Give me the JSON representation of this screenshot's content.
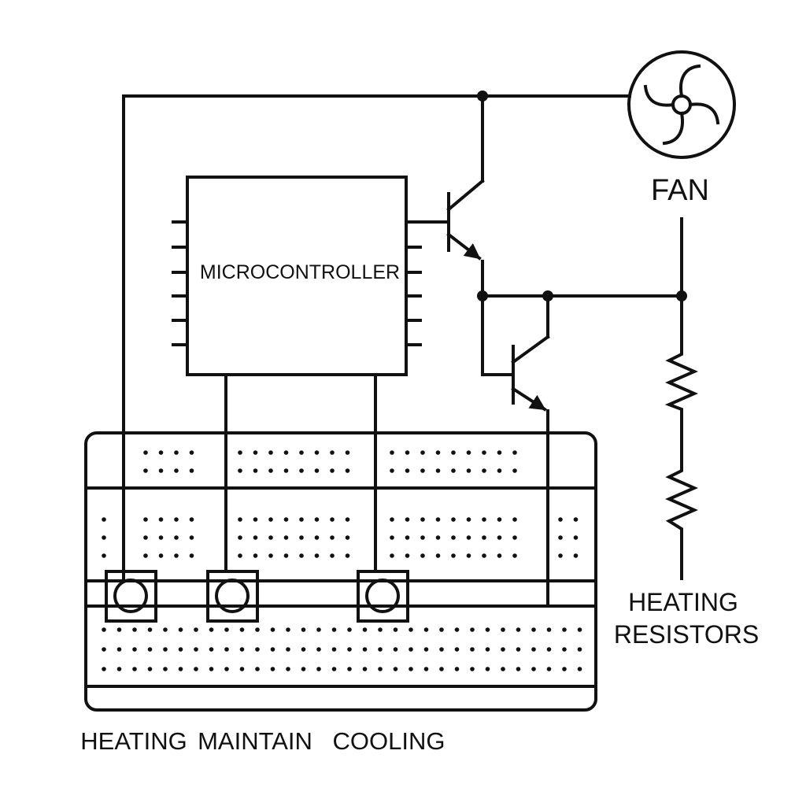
{
  "labels": {
    "microcontroller": "MICROCONTROLLER",
    "fan": "FAN",
    "heating_resistors_line1": "HEATING",
    "heating_resistors_line2": "RESISTORS",
    "button_heating": "HEATING",
    "button_maintain": "MAINTAIN",
    "button_cooling": "COOLING"
  },
  "components": {
    "fan_icon": "fan-icon",
    "transistors": [
      "npn-transistor",
      "npn-transistor"
    ],
    "resistors": [
      "resistor",
      "resistor"
    ],
    "buttons": [
      "push-button",
      "push-button",
      "push-button"
    ]
  },
  "colors": {
    "ink": "#111111",
    "background": "#ffffff"
  }
}
